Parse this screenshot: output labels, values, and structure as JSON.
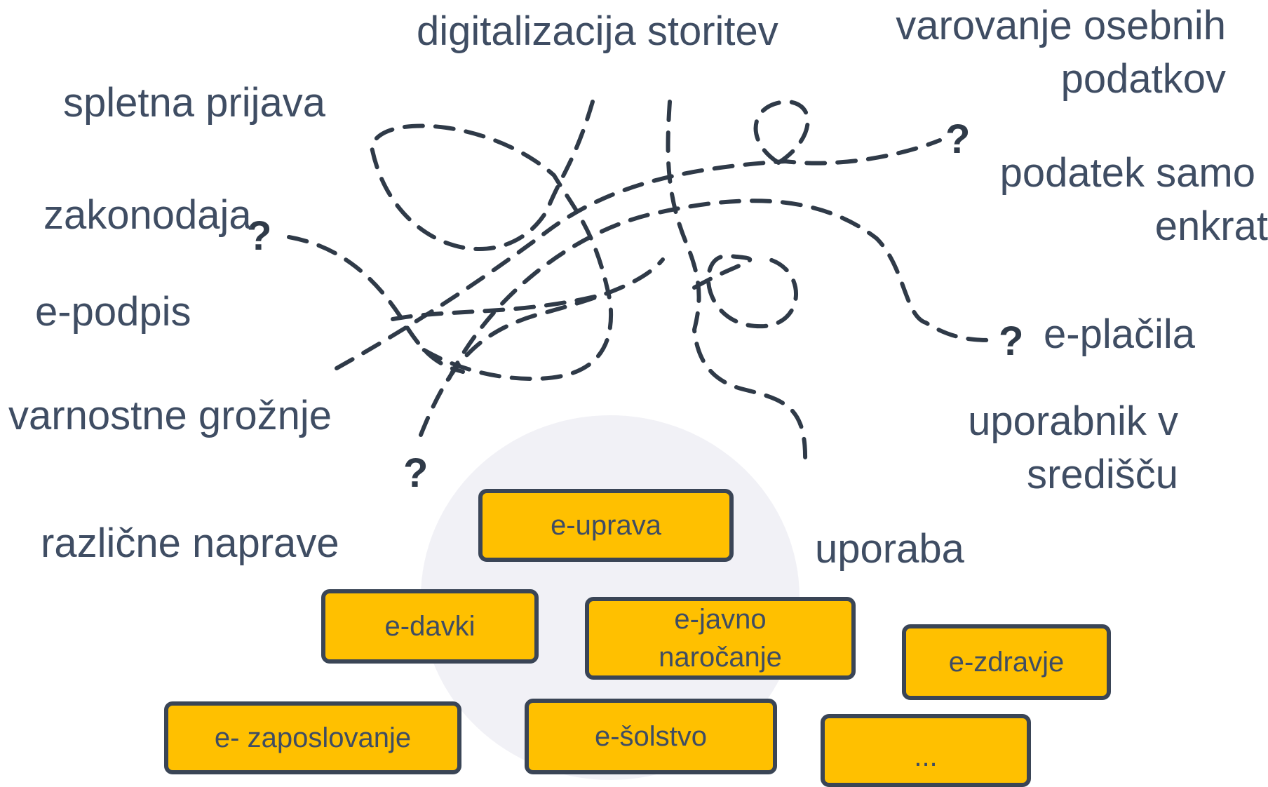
{
  "labels": {
    "digitalizacija": "digitalizacija storitev",
    "varovanje_l1": "varovanje osebnih",
    "varovanje_l2": "podatkov",
    "spletna_prijava": "spletna prijava",
    "podatek_l1": "podatek samo",
    "podatek_l2": "enkrat",
    "zakonodaja": "zakonodaja",
    "e_podpis": "e-podpis",
    "e_placila": "e-plačila",
    "varnostne_groznje": "varnostne grožnje",
    "uporabnik_l1": "uporabnik v",
    "uporabnik_l2": "središču",
    "razlicne_naprave": "različne naprave",
    "uporaba": "uporaba"
  },
  "question_mark": "?",
  "services": {
    "e_uprava": "e-uprava",
    "e_davki": "e-davki",
    "e_javno_l1": "e-javno",
    "e_javno_l2": "naročanje",
    "e_zdravje": "e-zdravje",
    "e_zaposlovanje": "e- zaposlovanje",
    "e_solstvo": "e-šolstvo",
    "more": "..."
  },
  "colors": {
    "box_fill": "#ffc000",
    "box_border": "#3a4556",
    "text": "#3f4d63",
    "line": "#2f3a48",
    "background_circle": "#f1f1f6"
  }
}
